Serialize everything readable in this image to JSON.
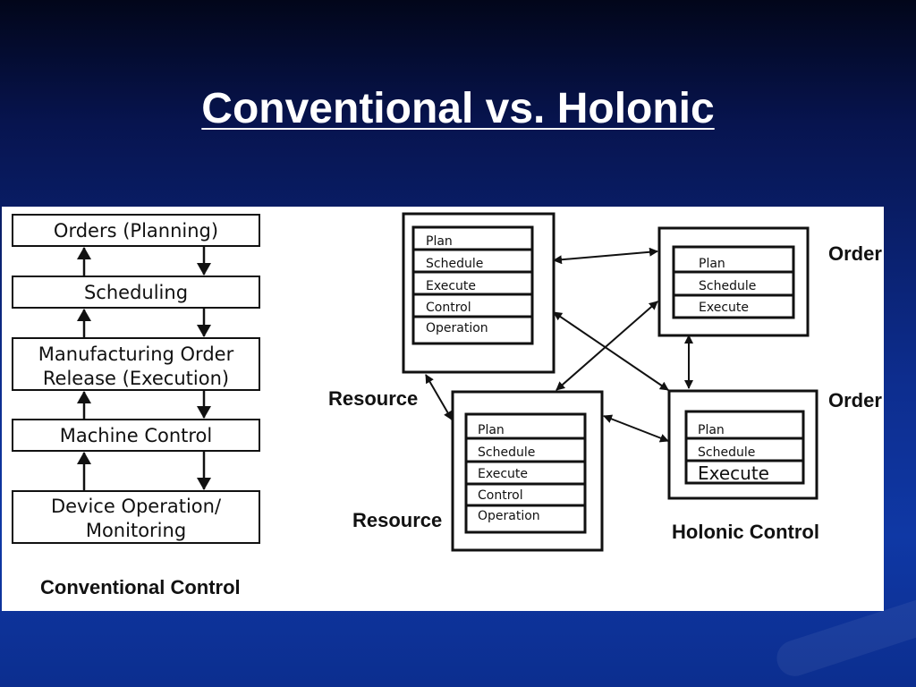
{
  "title": "Conventional vs. Holonic",
  "conventional": {
    "levels": [
      {
        "lines": [
          "Orders (Planning)"
        ]
      },
      {
        "lines": [
          "Scheduling"
        ]
      },
      {
        "lines": [
          "Manufacturing Order",
          "Release (Execution)"
        ]
      },
      {
        "lines": [
          "Machine Control"
        ]
      },
      {
        "lines": [
          "Device Operation/",
          "Monitoring"
        ]
      }
    ],
    "caption": "Conventional Control"
  },
  "holonic": {
    "holons": [
      {
        "id": "resource-1",
        "rows": [
          "Plan",
          "Schedule",
          "Execute",
          "Control",
          "Operation"
        ]
      },
      {
        "id": "order-1",
        "rows": [
          "Plan",
          "Schedule",
          "Execute"
        ]
      },
      {
        "id": "resource-2",
        "rows": [
          "Plan",
          "Schedule",
          "Execute",
          "Control",
          "Operation"
        ]
      },
      {
        "id": "order-2",
        "rows": [
          "Plan",
          "Schedule",
          "Execute"
        ]
      }
    ],
    "labels": {
      "order_top": "Order",
      "order_bottom": "Order",
      "resource_top": "Resource",
      "resource_bottom": "Resource"
    },
    "caption": "Holonic Control"
  },
  "colors": {
    "background_top": "#02061a",
    "background_bottom": "#0f38a5",
    "title": "#ffffff",
    "diagram_ink": "#111111"
  }
}
